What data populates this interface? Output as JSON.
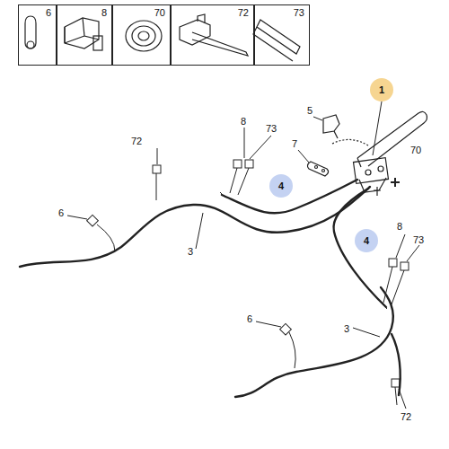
{
  "diagram": {
    "nodes": [
      {
        "text": [
          "6"
        ]
      },
      {
        "text": [
          "8"
        ]
      },
      {
        "text": [
          "70"
        ]
      },
      {
        "text": [
          "72"
        ]
      },
      {
        "text": [
          "73"
        ]
      },
      {
        "text": [
          "1"
        ]
      },
      {
        "text": [
          "4"
        ]
      },
      {
        "text": [
          "4"
        ]
      }
    ],
    "labels": [
      "5",
      "8",
      "73",
      "7",
      "70",
      "72",
      "6",
      "3",
      "8",
      "73",
      "6",
      "3",
      "72"
    ]
  }
}
